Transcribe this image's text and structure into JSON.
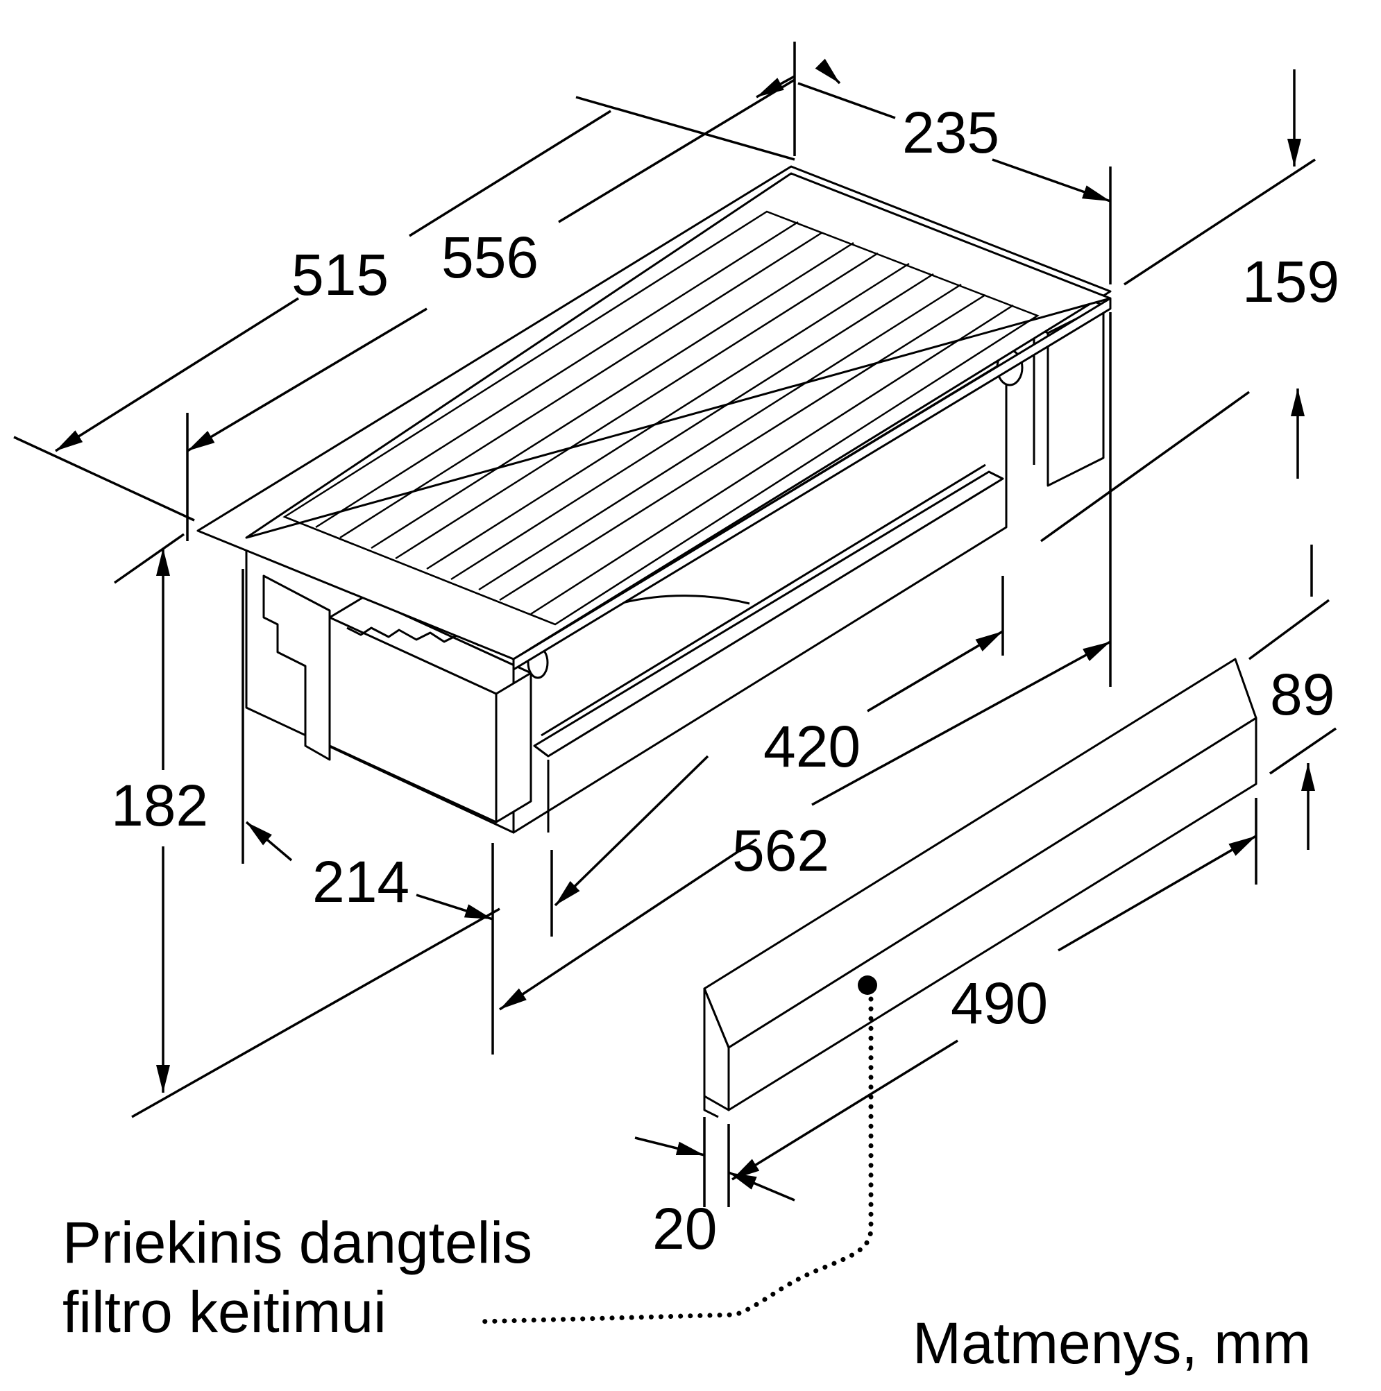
{
  "dimensions": {
    "d235": "235",
    "d556": "556",
    "d515": "515",
    "d159": "159",
    "d182": "182",
    "d214": "214",
    "d420": "420",
    "d562": "562",
    "d89": "89",
    "d490": "490",
    "d20": "20"
  },
  "callout": {
    "line1": "Priekinis dangtelis",
    "line2": "filtro keitimui"
  },
  "units_note": "Matmenys, mm"
}
